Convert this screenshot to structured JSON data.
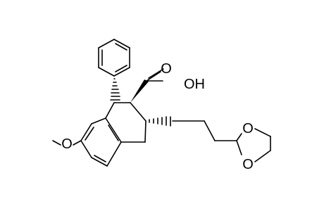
{
  "diagram": {
    "atoms": {
      "O_carbonyl": "O",
      "OH": "OH",
      "O_methoxy": "O",
      "O_dioxolane_top": "O",
      "O_dioxolane_bottom": "O"
    }
  }
}
